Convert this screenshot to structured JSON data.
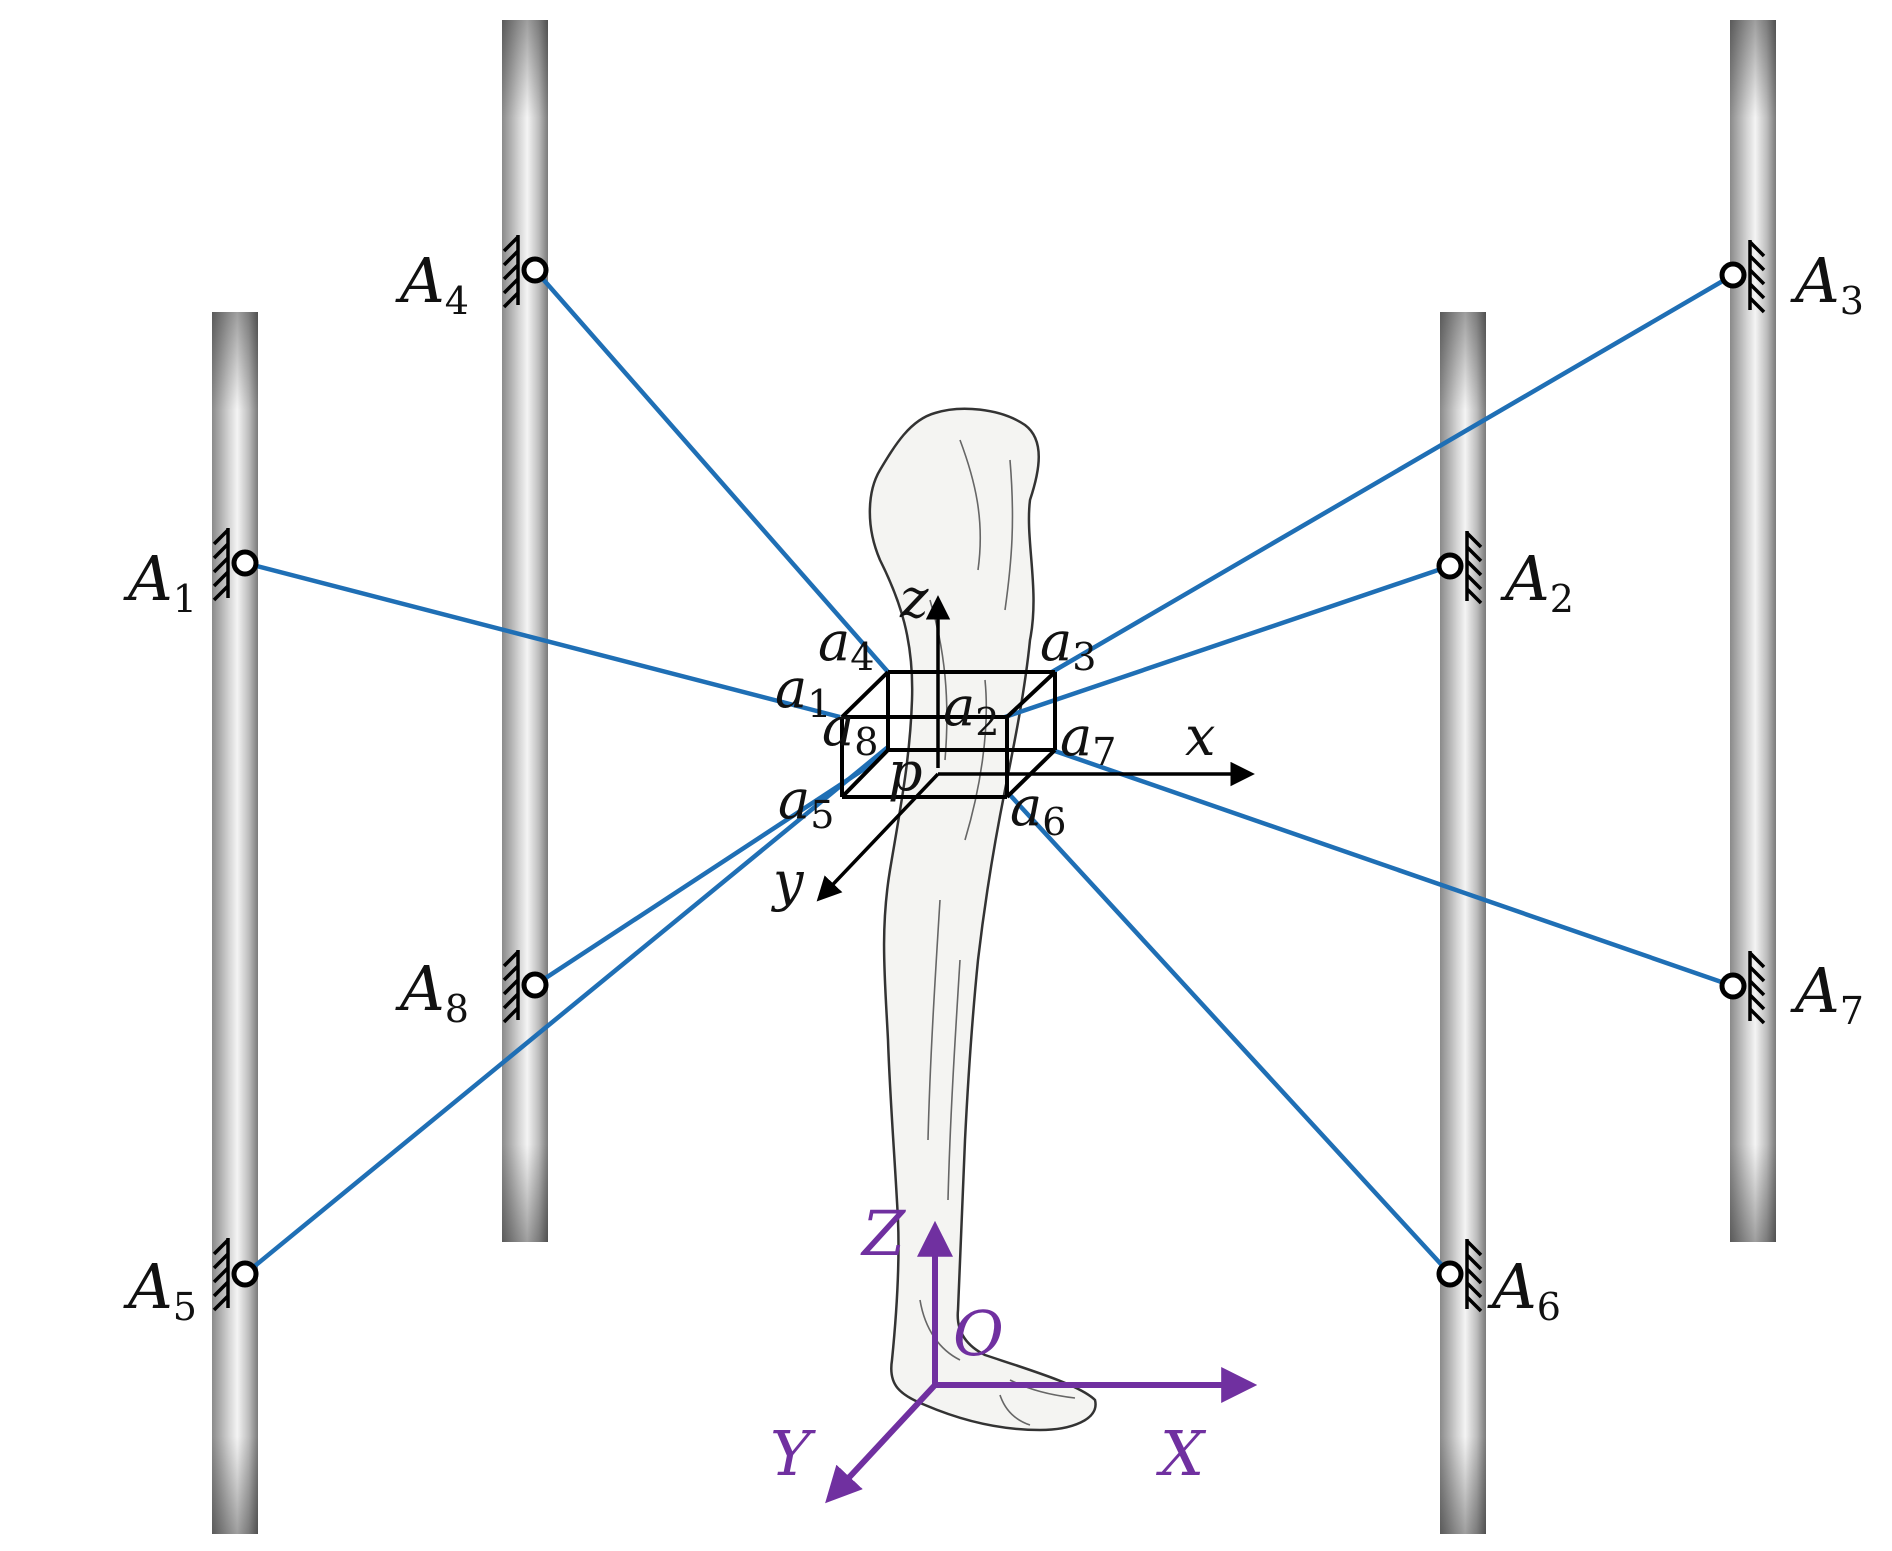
{
  "diagram": {
    "anchors": [
      {
        "id": "A1",
        "label": "A",
        "sub": "1"
      },
      {
        "id": "A2",
        "label": "A",
        "sub": "2"
      },
      {
        "id": "A3",
        "label": "A",
        "sub": "3"
      },
      {
        "id": "A4",
        "label": "A",
        "sub": "4"
      },
      {
        "id": "A5",
        "label": "A",
        "sub": "5"
      },
      {
        "id": "A6",
        "label": "A",
        "sub": "6"
      },
      {
        "id": "A7",
        "label": "A",
        "sub": "7"
      },
      {
        "id": "A8",
        "label": "A",
        "sub": "8"
      }
    ],
    "platform_points": [
      {
        "id": "a1",
        "label": "a",
        "sub": "1"
      },
      {
        "id": "a2",
        "label": "a",
        "sub": "2"
      },
      {
        "id": "a3",
        "label": "a",
        "sub": "3"
      },
      {
        "id": "a4",
        "label": "a",
        "sub": "4"
      },
      {
        "id": "a5",
        "label": "a",
        "sub": "5"
      },
      {
        "id": "a6",
        "label": "a",
        "sub": "6"
      },
      {
        "id": "a7",
        "label": "a",
        "sub": "7"
      },
      {
        "id": "a8",
        "label": "a",
        "sub": "8"
      }
    ],
    "cables": [
      {
        "from": "A1",
        "to": "a1"
      },
      {
        "from": "A2",
        "to": "a2"
      },
      {
        "from": "A3",
        "to": "a3"
      },
      {
        "from": "A4",
        "to": "a4"
      },
      {
        "from": "A5",
        "to": "a5"
      },
      {
        "from": "A6",
        "to": "a6"
      },
      {
        "from": "A7",
        "to": "a7"
      },
      {
        "from": "A8",
        "to": "a8"
      }
    ],
    "local_frame": {
      "origin": "p",
      "x": "x",
      "y": "y",
      "z": "z"
    },
    "world_frame": {
      "origin": "O",
      "x": "X",
      "y": "Y",
      "z": "Z"
    },
    "colors": {
      "cable": "#1f6fb5",
      "world_axes": "#7030a0",
      "local_axes": "#000000",
      "pillar": "#a9a9a9"
    }
  }
}
